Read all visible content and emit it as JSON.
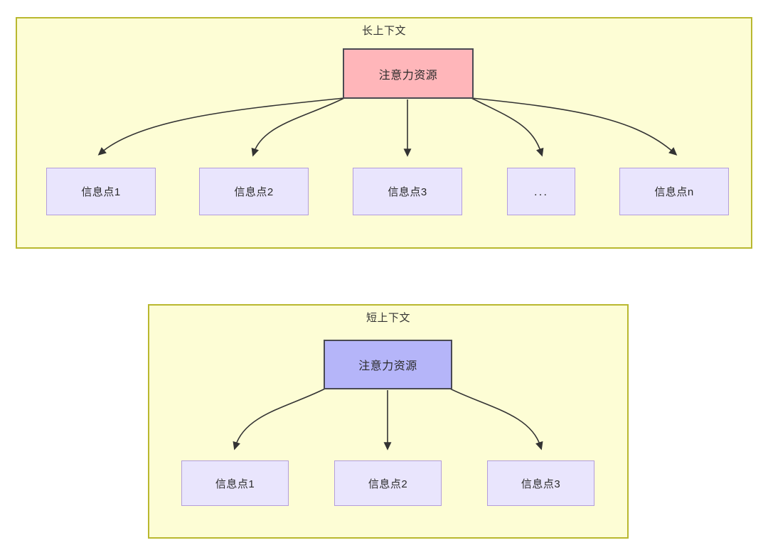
{
  "diagram": {
    "type": "flow-diagram",
    "description": "注意力资源在长上下文与短上下文下的分配对比",
    "panels": [
      {
        "id": "long-context",
        "title": "长上下文",
        "root": {
          "label": "注意力资源",
          "fill": "#ffb6ba",
          "stroke": "#4a4a52"
        },
        "leaves": [
          {
            "label": "信息点1"
          },
          {
            "label": "信息点2"
          },
          {
            "label": "信息点3"
          },
          {
            "label": "..."
          },
          {
            "label": "信息点n"
          }
        ],
        "leaf_fill": "#e9e5fd",
        "leaf_stroke": "#b39ddb",
        "panel_fill": "#fdfdd5",
        "panel_stroke": "#b9b82f"
      },
      {
        "id": "short-context",
        "title": "短上下文",
        "root": {
          "label": "注意力资源",
          "fill": "#b5b5f9",
          "stroke": "#4a4a52"
        },
        "leaves": [
          {
            "label": "信息点1"
          },
          {
            "label": "信息点2"
          },
          {
            "label": "信息点3"
          }
        ],
        "leaf_fill": "#e9e5fd",
        "leaf_stroke": "#b39ddb",
        "panel_fill": "#fdfdd5",
        "panel_stroke": "#b9b82f"
      }
    ],
    "edge_color": "#333333"
  }
}
